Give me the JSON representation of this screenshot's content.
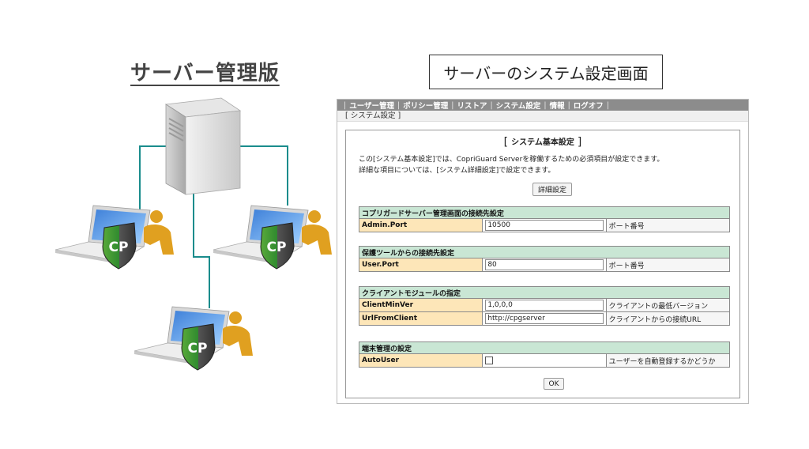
{
  "left": {
    "title": "サーバー管理版",
    "badge_text": "CP"
  },
  "caption": "サーバーのシステム設定画面",
  "menu": {
    "items": [
      "ユーザー管理",
      "ポリシー管理",
      "リストア",
      "システム設定",
      "情報",
      "ログオフ"
    ]
  },
  "breadcrumb": "[ システム設定 ]",
  "section": {
    "title": "システム基本設定",
    "desc_line1": "この[システム基本設定]では、CopriGuard Serverを稼働するための必須項目が設定できます。",
    "desc_line2": "詳細な項目については、[システム詳細設定]で設定できます。",
    "detail_button": "詳細設定",
    "ok_button": "OK"
  },
  "groups": [
    {
      "header": "コプリガードサーバー管理画面の接続先設定",
      "rows": [
        {
          "key": "Admin.Port",
          "value": "10500",
          "note": "ポート番号"
        }
      ]
    },
    {
      "header": "保護ツールからの接続先設定",
      "rows": [
        {
          "key": "User.Port",
          "value": "80",
          "note": "ポート番号"
        }
      ]
    },
    {
      "header": "クライアントモジュールの指定",
      "rows": [
        {
          "key": "ClientMinVer",
          "value": "1,0,0,0",
          "note": "クライアントの最低バージョン"
        },
        {
          "key": "UrlFromClient",
          "value": "http://cpgserver",
          "note": "クライアントからの接続URL"
        }
      ]
    },
    {
      "header": "端末管理の設定",
      "rows": [
        {
          "key": "AutoUser",
          "checked": false,
          "note": "ユーザーを自動登録するかどうか"
        }
      ]
    }
  ],
  "colors": {
    "group_header_bg": "#c9e6d4",
    "key_cell_bg": "#fde6b8",
    "menubar_bg": "#8c8c8c",
    "connector_line": "#1a8c8c",
    "shield_green": "#3a9a3a",
    "person_orange": "#e0a020"
  }
}
